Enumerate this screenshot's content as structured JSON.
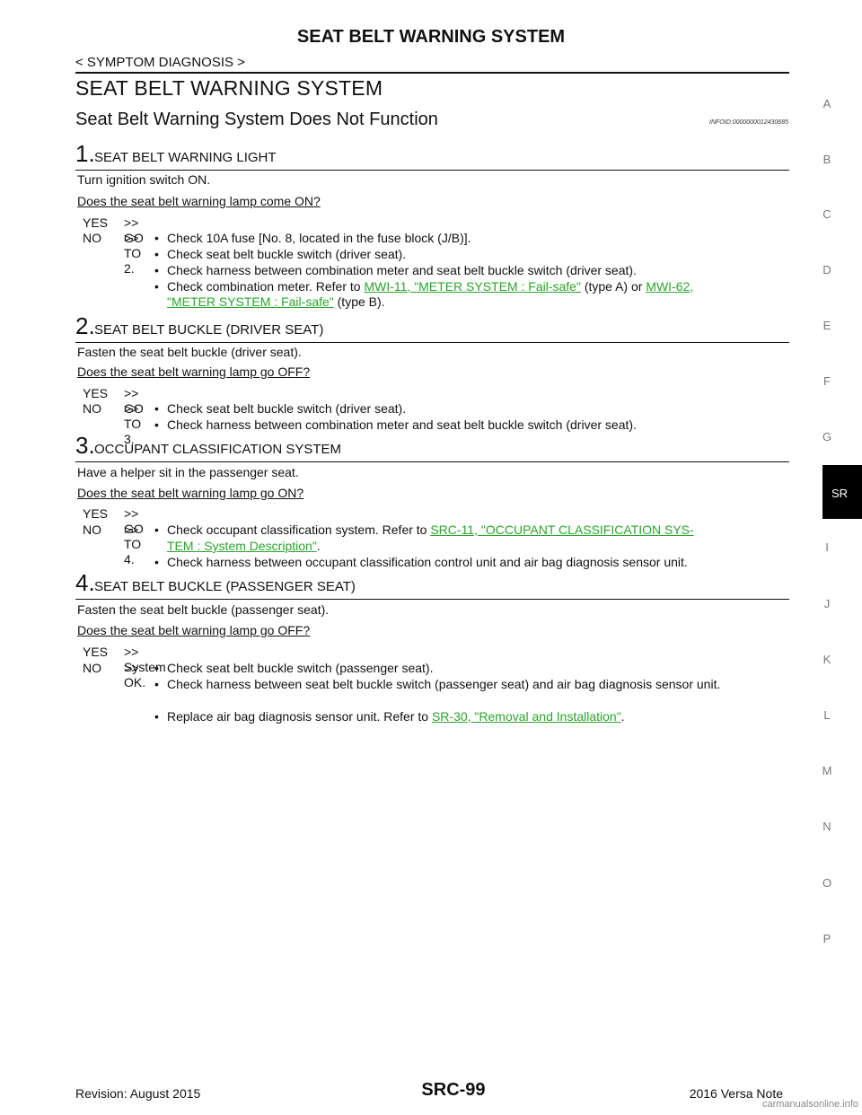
{
  "header": {
    "title": "SEAT BELT WARNING SYSTEM",
    "breadcrumb": "< SYMPTOM DIAGNOSIS >"
  },
  "section": {
    "title": "SEAT BELT WARNING SYSTEM",
    "subtitle": "Seat Belt Warning System Does Not Function",
    "infoid": "INFOID:0000000012430685"
  },
  "steps": [
    {
      "num": "1.",
      "title": "SEAT BELT WARNING LIGHT",
      "instruction": "Turn ignition switch ON.",
      "question": "Does the seat belt warning lamp come ON?",
      "yes_label": "YES",
      "yes_action": ">> GO TO 2.",
      "no_label": "NO",
      "no_arrow": ">>",
      "bullets": [
        "Check 10A fuse [No. 8, located in the fuse block (J/B)].",
        "Check seat belt buckle switch (driver seat).",
        "Check harness between combination meter and seat belt buckle switch (driver seat)."
      ],
      "bullet4": {
        "pre": "Check combination meter. Refer to ",
        "link1": "MWI-11, \"METER SYSTEM : Fail-safe\"",
        "mid": " (type A) or ",
        "link2a": "MWI-62,",
        "link2b": "\"METER SYSTEM : Fail-safe\"",
        "post": " (type B)."
      }
    },
    {
      "num": "2.",
      "title": "SEAT BELT BUCKLE (DRIVER SEAT)",
      "instruction": "Fasten the seat belt buckle (driver seat).",
      "question": "Does the seat belt warning lamp go OFF?",
      "yes_label": "YES",
      "yes_action": ">> GO TO 3.",
      "no_label": "NO",
      "no_arrow": ">>",
      "bullets": [
        "Check seat belt buckle switch (driver seat).",
        "Check harness between combination meter and seat belt buckle switch (driver seat)."
      ]
    },
    {
      "num": "3.",
      "title": "OCCUPANT CLASSIFICATION SYSTEM",
      "instruction": "Have a helper sit in the passenger seat.",
      "question": "Does the seat belt warning lamp go ON?",
      "yes_label": "YES",
      "yes_action": ">> GO TO 4.",
      "no_label": "NO",
      "no_arrow": ">>",
      "bullet1": {
        "pre": "Check occupant classification system. Refer to ",
        "link_a": "SRC-11, \"OCCUPANT CLASSIFICATION SYS-",
        "link_b": "TEM : System Description\"",
        "post": "."
      },
      "bullets": [
        "Check harness between occupant classification control unit and air bag diagnosis sensor unit."
      ]
    },
    {
      "num": "4.",
      "title": "SEAT BELT BUCKLE (PASSENGER SEAT)",
      "instruction": "Fasten the seat belt buckle (passenger seat).",
      "question": "Does the seat belt warning lamp go OFF?",
      "yes_label": "YES",
      "yes_action": ">> System OK.",
      "no_label": "NO",
      "no_arrow": ">>",
      "bullets": [
        "Check seat belt buckle switch (passenger seat).",
        "Check harness between seat belt buckle switch (passenger seat) and air bag diagnosis sensor unit."
      ],
      "bullet3": {
        "pre": "Replace air bag diagnosis sensor unit. Refer to ",
        "link": "SR-30, \"Removal and Installation\"",
        "post": "."
      }
    }
  ],
  "side_tabs": [
    "A",
    "B",
    "C",
    "D",
    "E",
    "F",
    "G",
    "SR",
    "I",
    "J",
    "K",
    "L",
    "M",
    "N",
    "O",
    "P"
  ],
  "bullet_char": "•",
  "footer": {
    "revision": "Revision: August 2015",
    "page": "SRC-99",
    "model": "2016 Versa Note",
    "watermark": "carmanualsonline.info"
  },
  "colors": {
    "link": "#2aa42a",
    "tab_active_bg": "#000000"
  }
}
